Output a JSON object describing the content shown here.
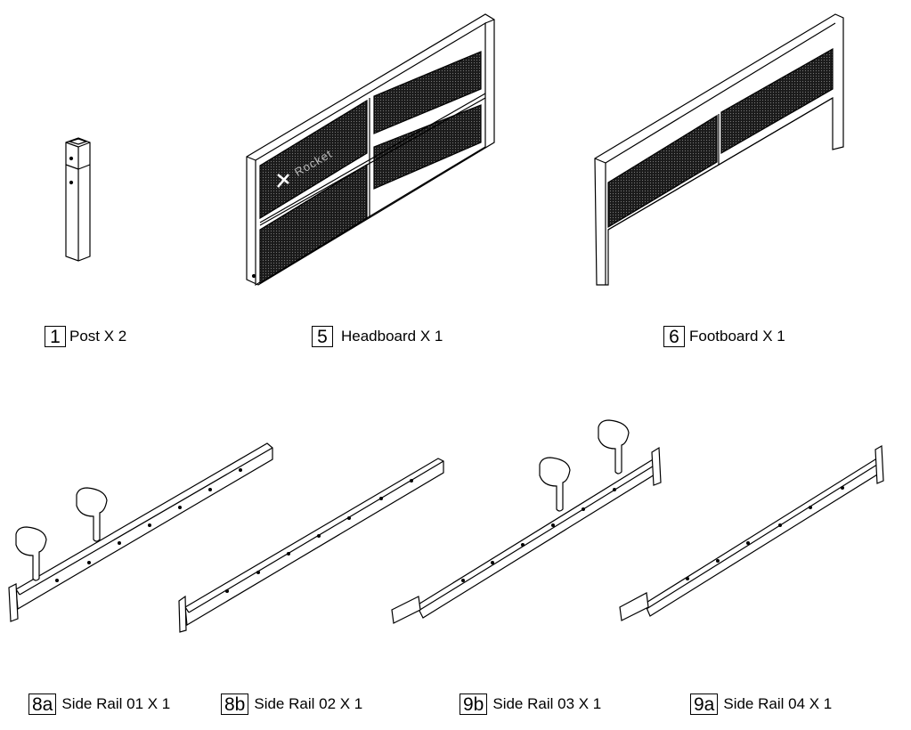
{
  "parts": [
    {
      "number": "1",
      "name": "Post X 2"
    },
    {
      "number": "5",
      "name": "Headboard X 1"
    },
    {
      "number": "6",
      "name": "Footboard X 1"
    },
    {
      "number": "8a",
      "name": "Side Rail 01 X 1"
    },
    {
      "number": "8b",
      "name": "Side Rail 02 X 1"
    },
    {
      "number": "9b",
      "name": "Side Rail 03 X 1"
    },
    {
      "number": "9a",
      "name": "Side Rail 04 X 1"
    }
  ],
  "logo_text": "Rocket"
}
